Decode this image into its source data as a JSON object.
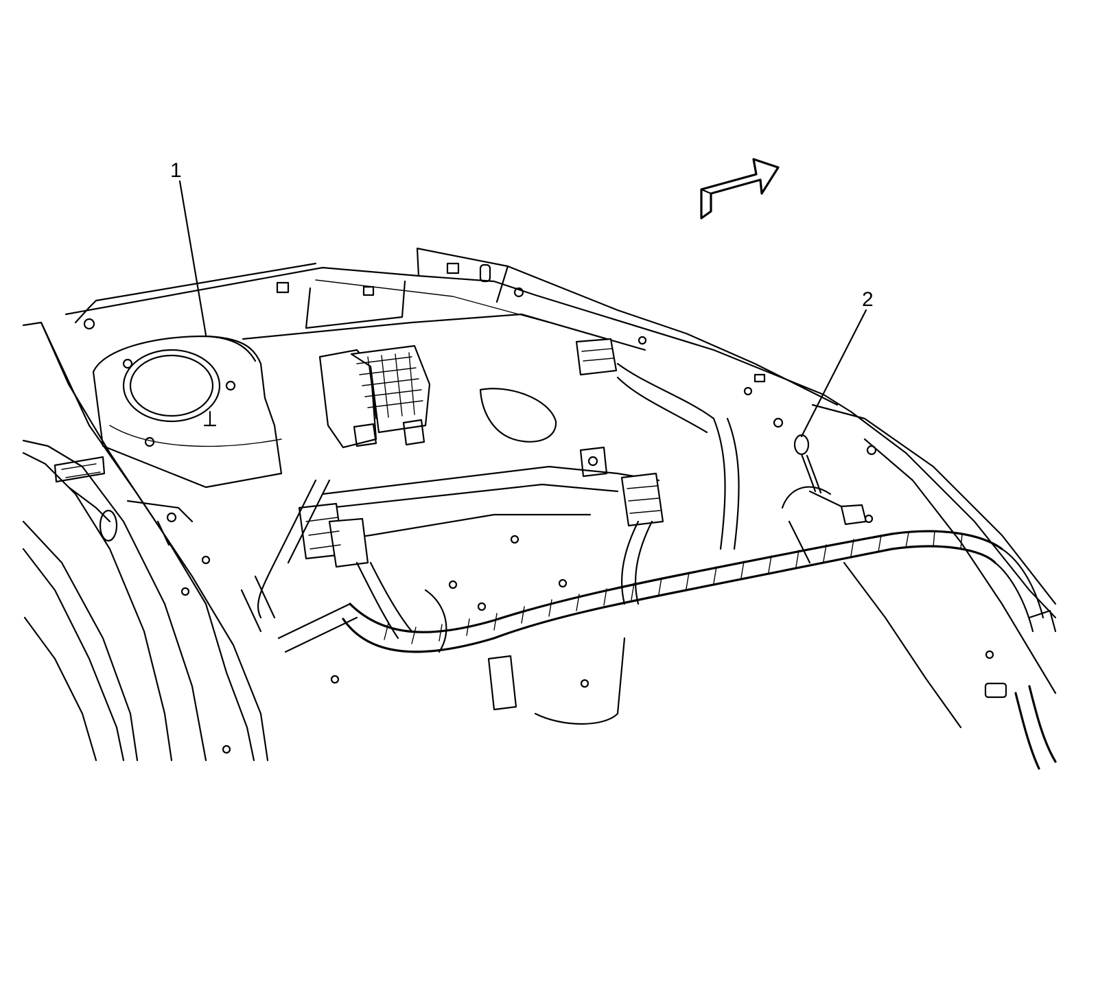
{
  "callouts": [
    {
      "id": "1",
      "label": "1"
    },
    {
      "id": "2",
      "label": "2"
    }
  ],
  "icons": {
    "direction": "forward-direction-arrow-icon"
  },
  "colors": {
    "ink": "#000000",
    "background": "#ffffff"
  }
}
